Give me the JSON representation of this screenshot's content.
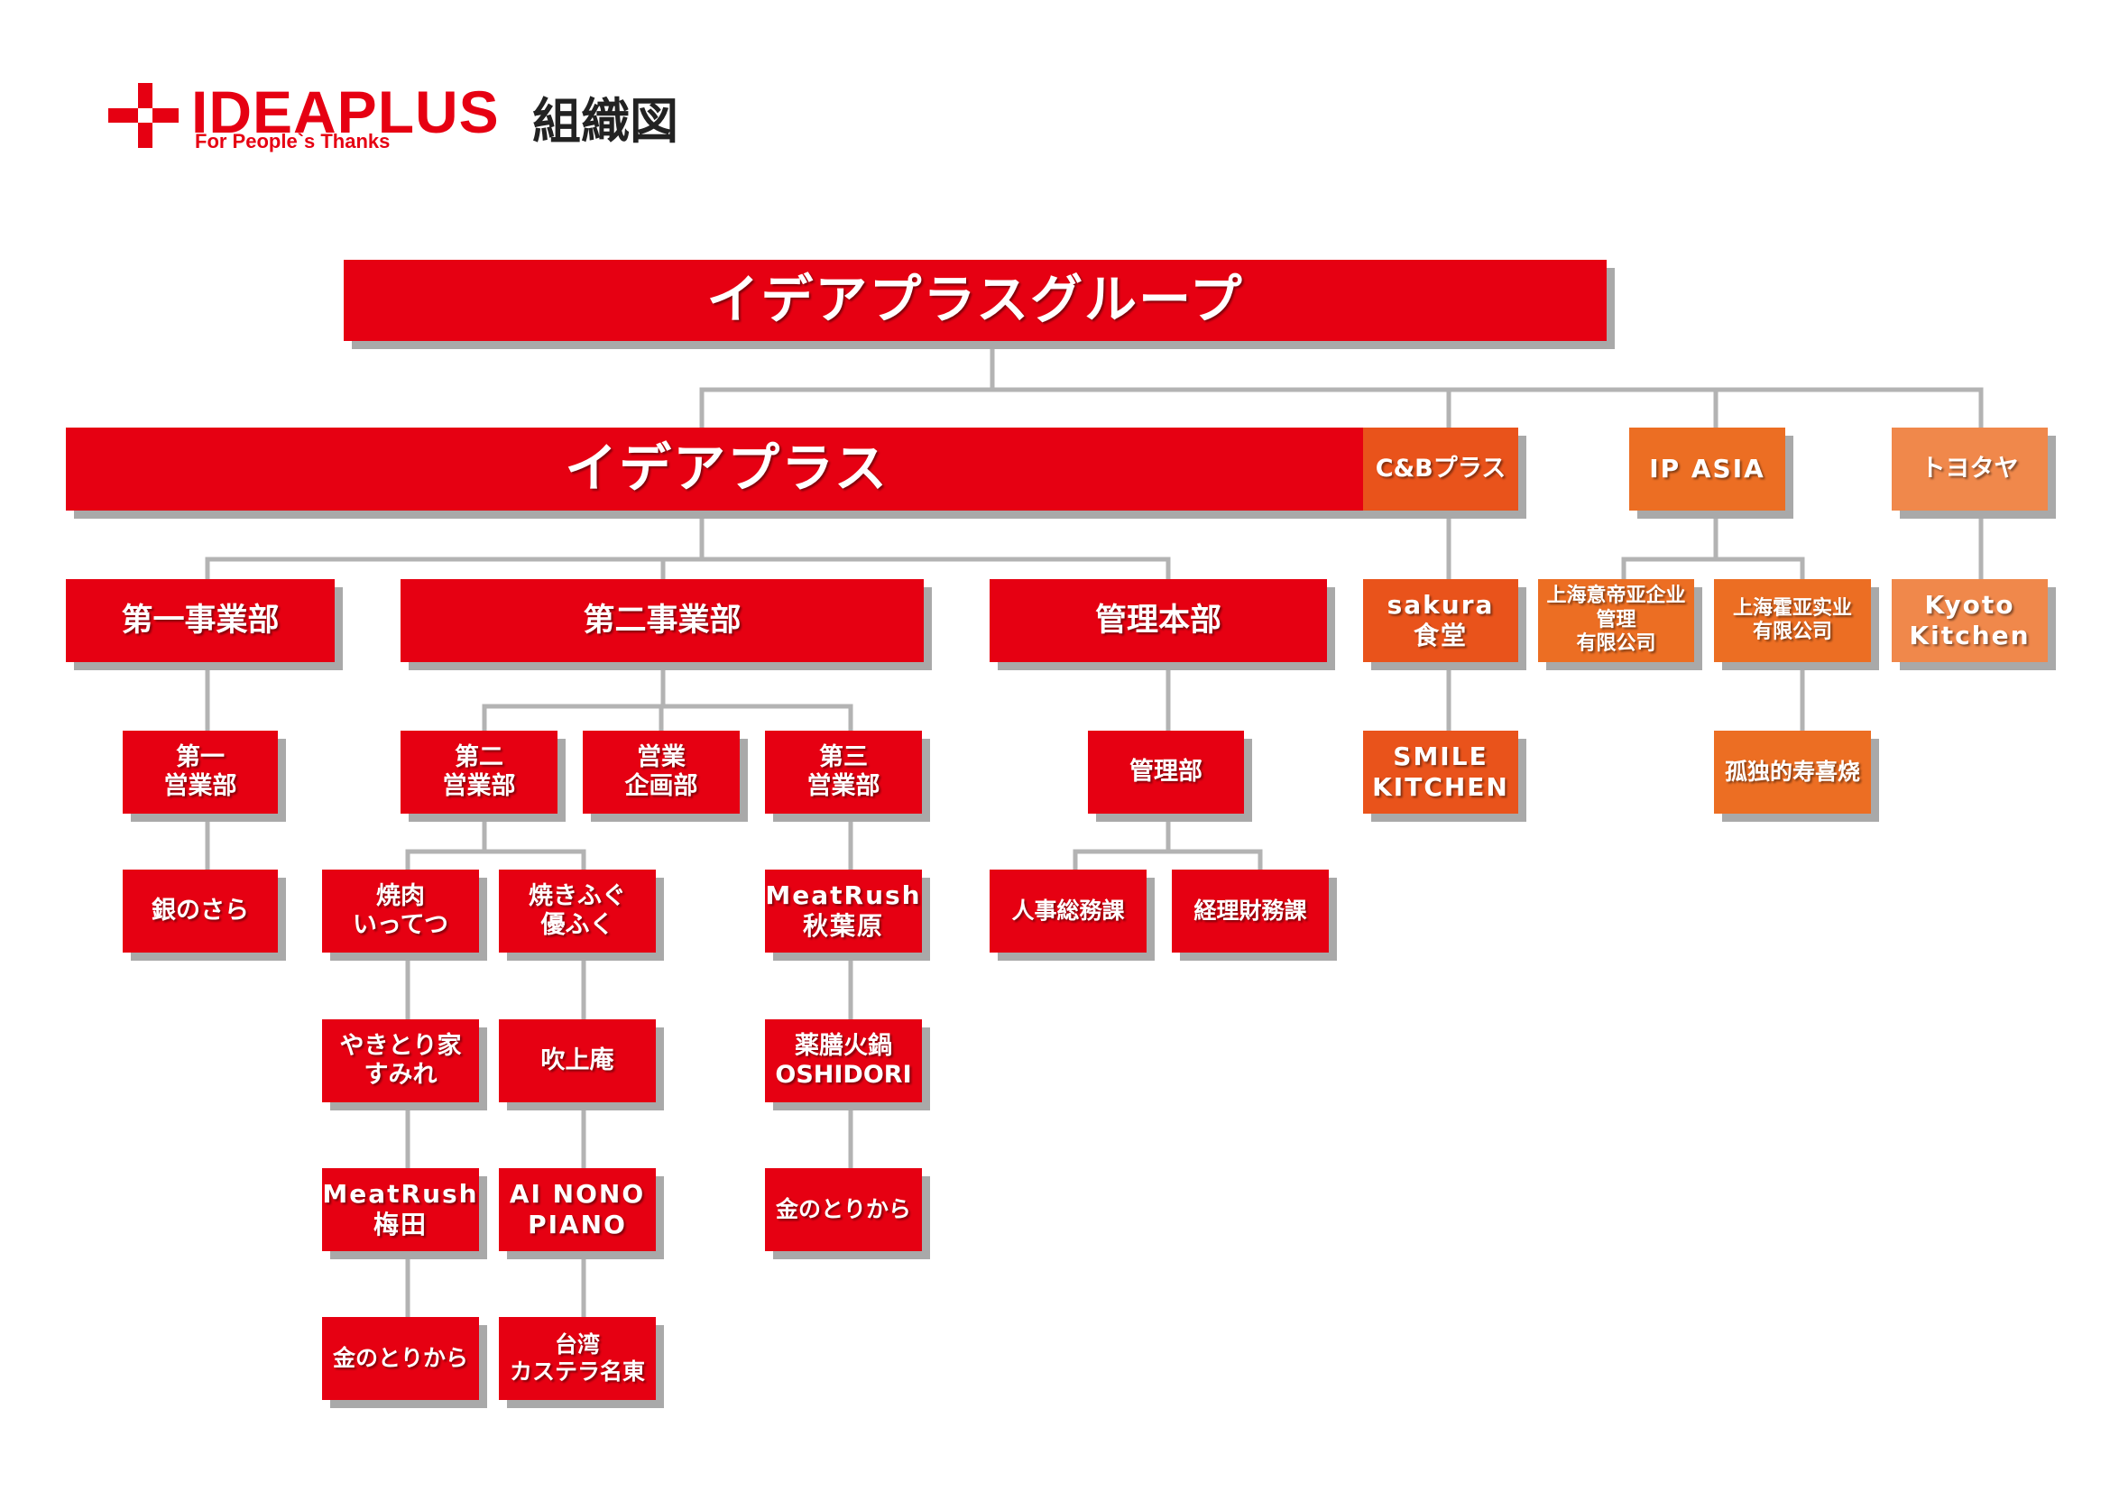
{
  "header": {
    "brand": "IDEAPLUS",
    "tagline": "For People`s Thanks",
    "title": "組織図"
  },
  "colors": {
    "red": "#e60012",
    "orange_cb": "#e9531b",
    "orange_ipasia": "#ec6e23",
    "orange_toyotaya": "#f0884b",
    "connector": "#b3b3b3",
    "shadow": "#a9a9a9"
  },
  "org": {
    "group": "イデアプラスグループ",
    "ideaplus": "イデアプラス",
    "cbplus": "C&Bプラス",
    "ipasia": "IP ASIA",
    "toyotaya": "トヨタヤ",
    "dept1": "第一事業部",
    "dept2": "第二事業部",
    "admin": "管理本部",
    "sales1": "第一\n営業部",
    "gin": "銀のさら",
    "sales2": "第二\n営業部",
    "planning": "営業\n企画部",
    "sales3": "第三\n営業部",
    "yakiniku": "焼肉\nいってつ",
    "yakifugu": "焼きふぐ\n優ふく",
    "yakitori": "やきとり家\nすみれ",
    "fukiage": "吹上庵",
    "meatrush_umeda": "MeatRush\n梅田",
    "ainono": "AI NONO\nPIANO",
    "kinnotori_1": "金のとりから",
    "taiwan": "台湾\nカステラ名東",
    "meatrush_akiba": "MeatRush\n秋葉原",
    "yakuzen": "薬膳火鍋\nOSHIDORI",
    "kinnotori_2": "金のとりから",
    "kanribu": "管理部",
    "jinji": "人事総務課",
    "keiri": "経理財務課",
    "sakura": "sakura\n食堂",
    "smile": "SMILE\nKITCHEN",
    "shanghai1": "上海意帝亚企业管理\n有限公司",
    "shanghai2": "上海霍亚实业\n有限公司",
    "kodoku": "孤独的寿喜烧",
    "kyoto": "Kyoto\nKitchen"
  }
}
